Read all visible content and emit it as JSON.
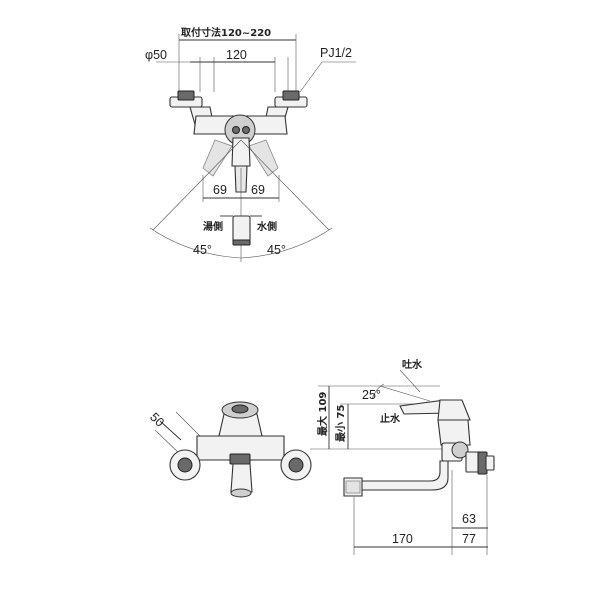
{
  "top_view": {
    "mount_range": "取付寸法120~220",
    "phi": "φ50",
    "center_dist": "120",
    "thread": "PJ1/2",
    "left_offset": "69",
    "right_offset": "69",
    "hot_side": "湯側",
    "cold_side": "水側",
    "left_angle": "45°",
    "right_angle": "45°"
  },
  "front_view": {
    "dim_50": "50"
  },
  "side_view": {
    "spout_label": "吐水",
    "stop_label": "止水",
    "angle": "25°",
    "max_height": "最大 109",
    "min_height": "最小 75",
    "dim_63": "63",
    "dim_170": "170",
    "dim_77": "77"
  }
}
